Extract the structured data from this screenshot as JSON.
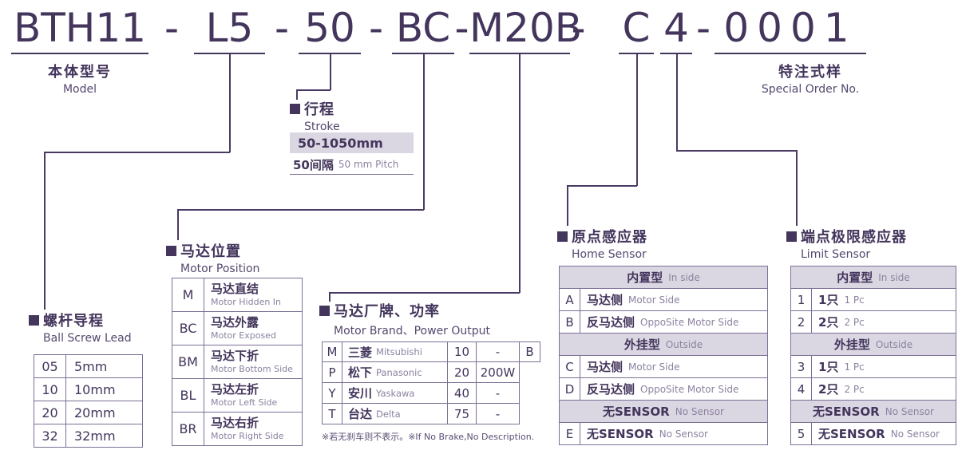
{
  "colors": {
    "text": "#43355c",
    "subtext": "#8c82a0",
    "line": "#4a3a63",
    "shaded": "#dbd7e2",
    "border": "#7b6f95"
  },
  "title": {
    "separator": "-",
    "segments": [
      "BTH11",
      "L5",
      "50",
      "BC",
      "M20B",
      "C",
      "4",
      "0001"
    ]
  },
  "model_label": {
    "zh": "本体型号",
    "en": "Model"
  },
  "special_order": {
    "zh": "特注式样",
    "en": "Special Order No."
  },
  "stroke": {
    "zh": "行程",
    "en": "Stroke",
    "range": "50-1050mm",
    "pitch_zh": "50间隔",
    "pitch_en": "50 mm Pitch"
  },
  "ball_screw_lead": {
    "zh": "螺杆导程",
    "en": "Ball Screw Lead",
    "rows": [
      {
        "code": "05",
        "value": "5mm"
      },
      {
        "code": "10",
        "value": "10mm"
      },
      {
        "code": "20",
        "value": "20mm"
      },
      {
        "code": "32",
        "value": "32mm"
      }
    ]
  },
  "motor_position": {
    "zh": "马达位置",
    "en": "Motor Position",
    "rows": [
      {
        "code": "M",
        "zh": "马达直结",
        "en": "Motor Hidden In"
      },
      {
        "code": "BC",
        "zh": "马达外露",
        "en": "Motor Exposed"
      },
      {
        "code": "BM",
        "zh": "马达下折",
        "en": "Motor Bottom Side"
      },
      {
        "code": "BL",
        "zh": "马达左折",
        "en": "Motor Left Side"
      },
      {
        "code": "BR",
        "zh": "马达右折",
        "en": "Motor Right Side"
      }
    ]
  },
  "motor_brand": {
    "zh": "马达厂牌、功率",
    "en": "Motor Brand、Power Output",
    "rows": [
      {
        "code": "M",
        "brand_zh": "三菱",
        "brand_en": "Mitsubishi",
        "power_code": "10",
        "power": "-",
        "extra": "B"
      },
      {
        "code": "P",
        "brand_zh": "松下",
        "brand_en": "Panasonic",
        "power_code": "20",
        "power": "200W",
        "extra": ""
      },
      {
        "code": "Y",
        "brand_zh": "安川",
        "brand_en": "Yaskawa",
        "power_code": "40",
        "power": "-",
        "extra": ""
      },
      {
        "code": "T",
        "brand_zh": "台达",
        "brand_en": "Delta",
        "power_code": "75",
        "power": "-",
        "extra": ""
      }
    ],
    "note_zh": "※若无刹车则不表示。",
    "note_en": "※If No Brake,No Description."
  },
  "home_sensor": {
    "zh": "原点感应器",
    "en": "Home Sensor",
    "rows": [
      {
        "type": "header",
        "zh": "内置型",
        "en": "In side"
      },
      {
        "type": "data",
        "code": "A",
        "zh": "马达侧",
        "en": "Motor Side"
      },
      {
        "type": "data",
        "code": "B",
        "zh": "反马达侧",
        "en": "OppoSite Motor Side"
      },
      {
        "type": "header",
        "zh": "外挂型",
        "en": "Outside"
      },
      {
        "type": "data",
        "code": "C",
        "zh": "马达侧",
        "en": "Motor Side"
      },
      {
        "type": "data",
        "code": "D",
        "zh": "反马达侧",
        "en": "OppoSite Motor Side"
      },
      {
        "type": "header",
        "zh": "无SENSOR",
        "en": "No Sensor"
      },
      {
        "type": "data",
        "code": "E",
        "zh": "无SENSOR",
        "en": "No Sensor"
      }
    ]
  },
  "limit_sensor": {
    "zh": "端点极限感应器",
    "en": "Limit Sensor",
    "rows": [
      {
        "type": "header",
        "zh": "内置型",
        "en": "In side"
      },
      {
        "type": "data",
        "code": "1",
        "zh": "1只",
        "en": "1 Pc"
      },
      {
        "type": "data",
        "code": "2",
        "zh": "2只",
        "en": "2 Pc"
      },
      {
        "type": "header",
        "zh": "外挂型",
        "en": "Outside"
      },
      {
        "type": "data",
        "code": "3",
        "zh": "1只",
        "en": "1 Pc"
      },
      {
        "type": "data",
        "code": "4",
        "zh": "2只",
        "en": "2 Pc"
      },
      {
        "type": "header",
        "zh": "无SENSOR",
        "en": "No Sensor"
      },
      {
        "type": "data",
        "code": "5",
        "zh": "无SENSOR",
        "en": "No Sensor"
      }
    ]
  }
}
